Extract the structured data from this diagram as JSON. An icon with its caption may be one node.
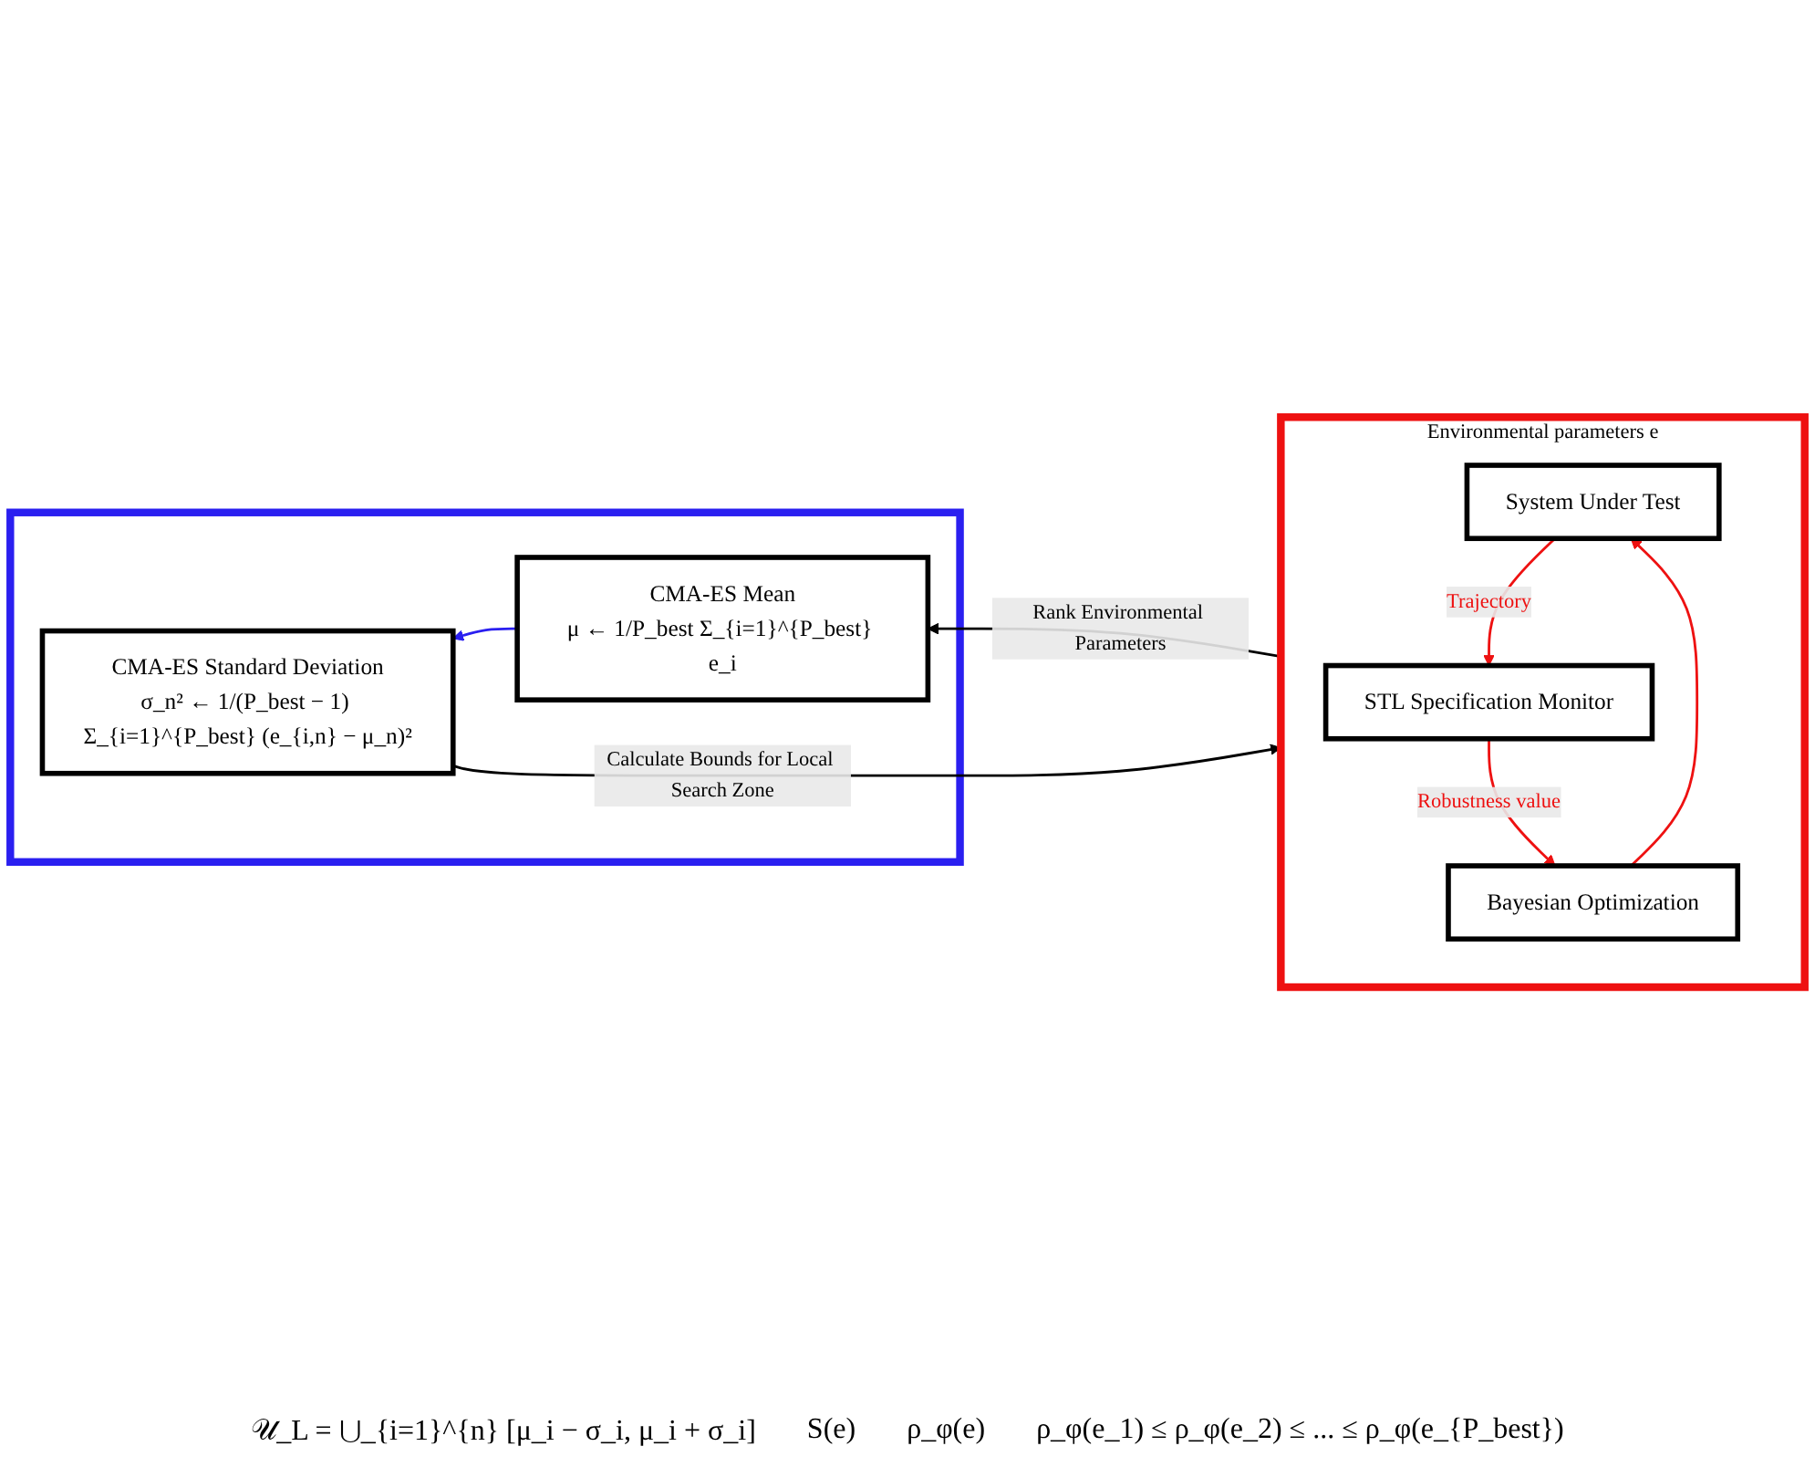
{
  "diagram": {
    "nodes": [
      {
        "text": [],
        "shape": "box"
      },
      {
        "text": [
          "CMA-ES Standard Deviation",
          "σ_n² ← 1/(P_best − 1) Σ_{i=1}^{P_best} (e_{i,n} − μ_n)²"
        ],
        "in": 0
      },
      {
        "text": [
          "CMA-ES Mean",
          "μ ← 1/P_best Σ_{i=1}^{P_best} e_i"
        ],
        "in": 0
      },
      {
        "text": [
          "Environmental parameters e"
        ]
      },
      {
        "text": [
          "System Under Test"
        ],
        "in": 3
      },
      {
        "text": [
          "STL Specification Monitor"
        ],
        "in": 3
      },
      {
        "text": [
          "Bayesian Optimization"
        ],
        "in": 3
      }
    ],
    "edges": [
      {
        "from": 3,
        "to": 2,
        "arrow": "to",
        "label": "Rank Environmental Parameters",
        "color": "#000000"
      },
      {
        "from": 2,
        "to": 1,
        "arrow": "to",
        "color": "#2a1ff0"
      },
      {
        "from": 1,
        "to": 3,
        "arrow": "to",
        "label": "Calculate Bounds for Local Search Zone",
        "color": "#000000"
      },
      {
        "from": 6,
        "to": 4,
        "arrow": "to"
      },
      {
        "from": 4,
        "to": 5,
        "arrow": "to",
        "label": "Trajectory"
      },
      {
        "from": 5,
        "to": 6,
        "arrow": "to",
        "label": "Robustness value"
      }
    ],
    "labels": [
      "𝒰_L = ⋃_{i=1}^{n} [μ_i − σ_i, μ_i + σ_i]",
      "S(e)",
      "ρ_φ(e)",
      "ρ_φ(e_1) ≤ ρ_φ(e_2) ≤ ... ≤ ρ_φ(e_{P_best})"
    ]
  }
}
